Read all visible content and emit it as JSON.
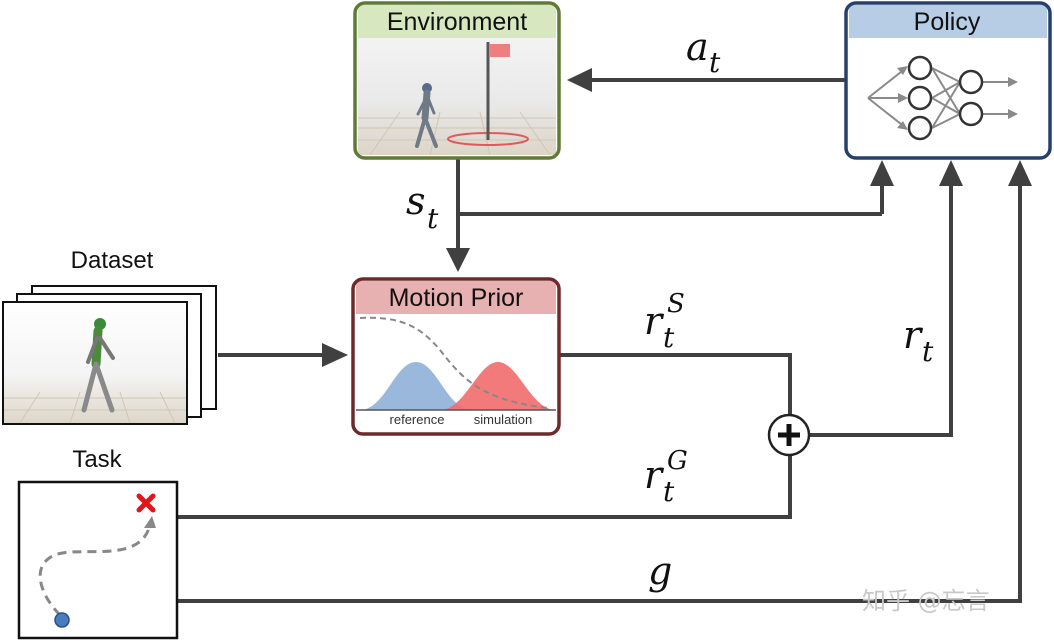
{
  "boxes": {
    "environment": "Environment",
    "policy": "Policy",
    "motion_prior": "Motion Prior"
  },
  "labels": {
    "dataset": "Dataset",
    "task": "Task",
    "reference": "reference",
    "simulation": "simulation"
  },
  "symbols": {
    "action": {
      "base": "a",
      "sub": "t"
    },
    "state": {
      "base": "s",
      "sub": "t"
    },
    "reward": {
      "base": "r",
      "sub": "t"
    },
    "style_reward": {
      "base": "r",
      "sub": "t",
      "sup": "S"
    },
    "goal_reward": {
      "base": "r",
      "sub": "t",
      "sup": "G"
    },
    "goal": "g"
  },
  "watermark": "知乎 @忘言",
  "colors": {
    "environment_border": "#5f7a35",
    "environment_header": "#d7e7bf",
    "policy_border": "#27406b",
    "policy_header": "#b7cde6",
    "motion_border": "#6e2a2a",
    "motion_header": "#e8b1b1",
    "reference_curve": "#8fb0d8",
    "simulation_curve": "#f26b6b",
    "task_target": "#e0161b",
    "task_start": "#4a7cc0"
  }
}
